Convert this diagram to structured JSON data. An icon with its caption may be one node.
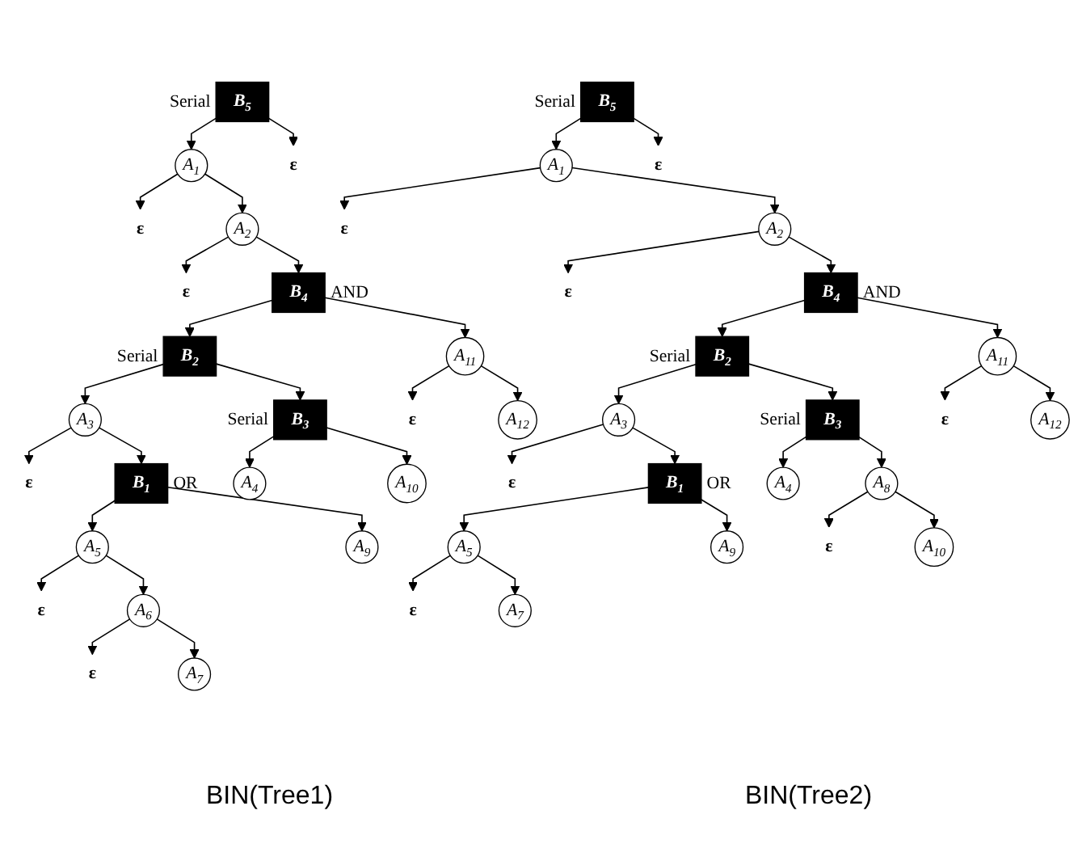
{
  "diagram": {
    "nodes": [
      {
        "text": [
          "B$_{5}$"
        ],
        "beside": [
          "Serial"
        ]
      },
      {
        "text": [
          "A$_{1}$"
        ]
      },
      {
        "text": [
          "ε"
        ]
      },
      {
        "text": [
          "ε"
        ]
      },
      {
        "text": [
          "A$_{2}$"
        ]
      },
      {
        "text": [
          "ε"
        ]
      },
      {
        "text": [
          "B$_{4}$"
        ],
        "beside": [
          "AND"
        ]
      },
      {
        "text": [
          "B$_{2}$"
        ],
        "beside": [
          "Serial"
        ]
      },
      {
        "text": [
          "A$_{11}$"
        ]
      },
      {
        "text": [
          "A$_{3}$"
        ]
      },
      {
        "text": [
          "B$_{3}$"
        ],
        "beside": [
          "Serial"
        ]
      },
      {
        "text": [
          "ε"
        ]
      },
      {
        "text": [
          "A$_{12}$"
        ]
      },
      {
        "text": [
          "ε"
        ]
      },
      {
        "text": [
          "B$_{1}$"
        ],
        "beside": [
          "OR"
        ]
      },
      {
        "text": [
          "A$_{4}$"
        ]
      },
      {
        "text": [
          "A$_{10}$"
        ]
      },
      {
        "text": [
          "A$_{5}$"
        ]
      },
      {
        "text": [
          "A$_{9}$"
        ]
      },
      {
        "text": [
          "ε"
        ]
      },
      {
        "text": [
          "A$_{6}$"
        ]
      },
      {
        "text": [
          "ε"
        ]
      },
      {
        "text": [
          "A$_{7}$"
        ]
      },
      {
        "text": [
          "B$_{5}$"
        ],
        "beside": [
          "Serial"
        ]
      },
      {
        "text": [
          "A$_{1}$"
        ]
      },
      {
        "text": [
          "ε"
        ]
      },
      {
        "text": [
          "ε"
        ]
      },
      {
        "text": [
          "A$_{2}$"
        ]
      },
      {
        "text": [
          "ε"
        ]
      },
      {
        "text": [
          "B$_{4}$"
        ],
        "beside": [
          "AND"
        ]
      },
      {
        "text": [
          "B$_{2}$"
        ],
        "beside": [
          "Serial"
        ]
      },
      {
        "text": [
          "A$_{11}$"
        ]
      },
      {
        "text": [
          "A$_{3}$"
        ]
      },
      {
        "text": [
          "B$_{3}$"
        ],
        "beside": [
          "Serial"
        ]
      },
      {
        "text": [
          "ε"
        ]
      },
      {
        "text": [
          "A$_{12}$"
        ]
      },
      {
        "text": [
          "ε"
        ]
      },
      {
        "text": [
          "B$_{1}$"
        ],
        "beside": [
          "OR"
        ]
      },
      {
        "text": [
          "A$_{4}$"
        ]
      },
      {
        "text": [
          "A$_{8}$"
        ]
      },
      {
        "text": [
          "A$_{5}$"
        ]
      },
      {
        "text": [
          "A$_{9}$"
        ]
      },
      {
        "text": [
          "ε"
        ]
      },
      {
        "text": [
          "A$_{10}$"
        ]
      },
      {
        "text": [
          "ε"
        ]
      },
      {
        "text": [
          "A$_{7}$"
        ]
      }
    ],
    "edges": [
      {
        "from": 0,
        "to": 1,
        "arrow": "to"
      },
      {
        "from": 0,
        "to": 2,
        "arrow": "to"
      },
      {
        "from": 1,
        "to": 3,
        "arrow": "to"
      },
      {
        "from": 1,
        "to": 4,
        "arrow": "to"
      },
      {
        "from": 4,
        "to": 5,
        "arrow": "to"
      },
      {
        "from": 4,
        "to": 6,
        "arrow": "to"
      },
      {
        "from": 6,
        "to": 7,
        "arrow": "to"
      },
      {
        "from": 6,
        "to": 8,
        "arrow": "to"
      },
      {
        "from": 7,
        "to": 9,
        "arrow": "to"
      },
      {
        "from": 7,
        "to": 10,
        "arrow": "to"
      },
      {
        "from": 8,
        "to": 11,
        "arrow": "to"
      },
      {
        "from": 8,
        "to": 12,
        "arrow": "to"
      },
      {
        "from": 9,
        "to": 13,
        "arrow": "to"
      },
      {
        "from": 9,
        "to": 14,
        "arrow": "to"
      },
      {
        "from": 10,
        "to": 15,
        "arrow": "to"
      },
      {
        "from": 10,
        "to": 16,
        "arrow": "to"
      },
      {
        "from": 14,
        "to": 17,
        "arrow": "to"
      },
      {
        "from": 14,
        "to": 18,
        "arrow": "to"
      },
      {
        "from": 17,
        "to": 19,
        "arrow": "to"
      },
      {
        "from": 17,
        "to": 20,
        "arrow": "to"
      },
      {
        "from": 20,
        "to": 21,
        "arrow": "to"
      },
      {
        "from": 20,
        "to": 22,
        "arrow": "to"
      },
      {
        "from": 23,
        "to": 24,
        "arrow": "to"
      },
      {
        "from": 23,
        "to": 25,
        "arrow": "to"
      },
      {
        "from": 24,
        "to": 26,
        "arrow": "to"
      },
      {
        "from": 24,
        "to": 27,
        "arrow": "to"
      },
      {
        "from": 27,
        "to": 28,
        "arrow": "to"
      },
      {
        "from": 27,
        "to": 29,
        "arrow": "to"
      },
      {
        "from": 29,
        "to": 30,
        "arrow": "to"
      },
      {
        "from": 29,
        "to": 31,
        "arrow": "to"
      },
      {
        "from": 30,
        "to": 32,
        "arrow": "to"
      },
      {
        "from": 30,
        "to": 33,
        "arrow": "to"
      },
      {
        "from": 31,
        "to": 34,
        "arrow": "to"
      },
      {
        "from": 31,
        "to": 35,
        "arrow": "to"
      },
      {
        "from": 32,
        "to": 36,
        "arrow": "to"
      },
      {
        "from": 32,
        "to": 37,
        "arrow": "to"
      },
      {
        "from": 33,
        "to": 38,
        "arrow": "to"
      },
      {
        "from": 33,
        "to": 39,
        "arrow": "to"
      },
      {
        "from": 37,
        "to": 40,
        "arrow": "to"
      },
      {
        "from": 37,
        "to": 41,
        "arrow": "to"
      },
      {
        "from": 39,
        "to": 42,
        "arrow": "to"
      },
      {
        "from": 39,
        "to": 43,
        "arrow": "to"
      },
      {
        "from": 40,
        "to": 44,
        "arrow": "to"
      },
      {
        "from": 40,
        "to": 45,
        "arrow": "to"
      }
    ],
    "labels": [
      "BIN(Tree1)",
      "BIN(Tree2)"
    ]
  }
}
